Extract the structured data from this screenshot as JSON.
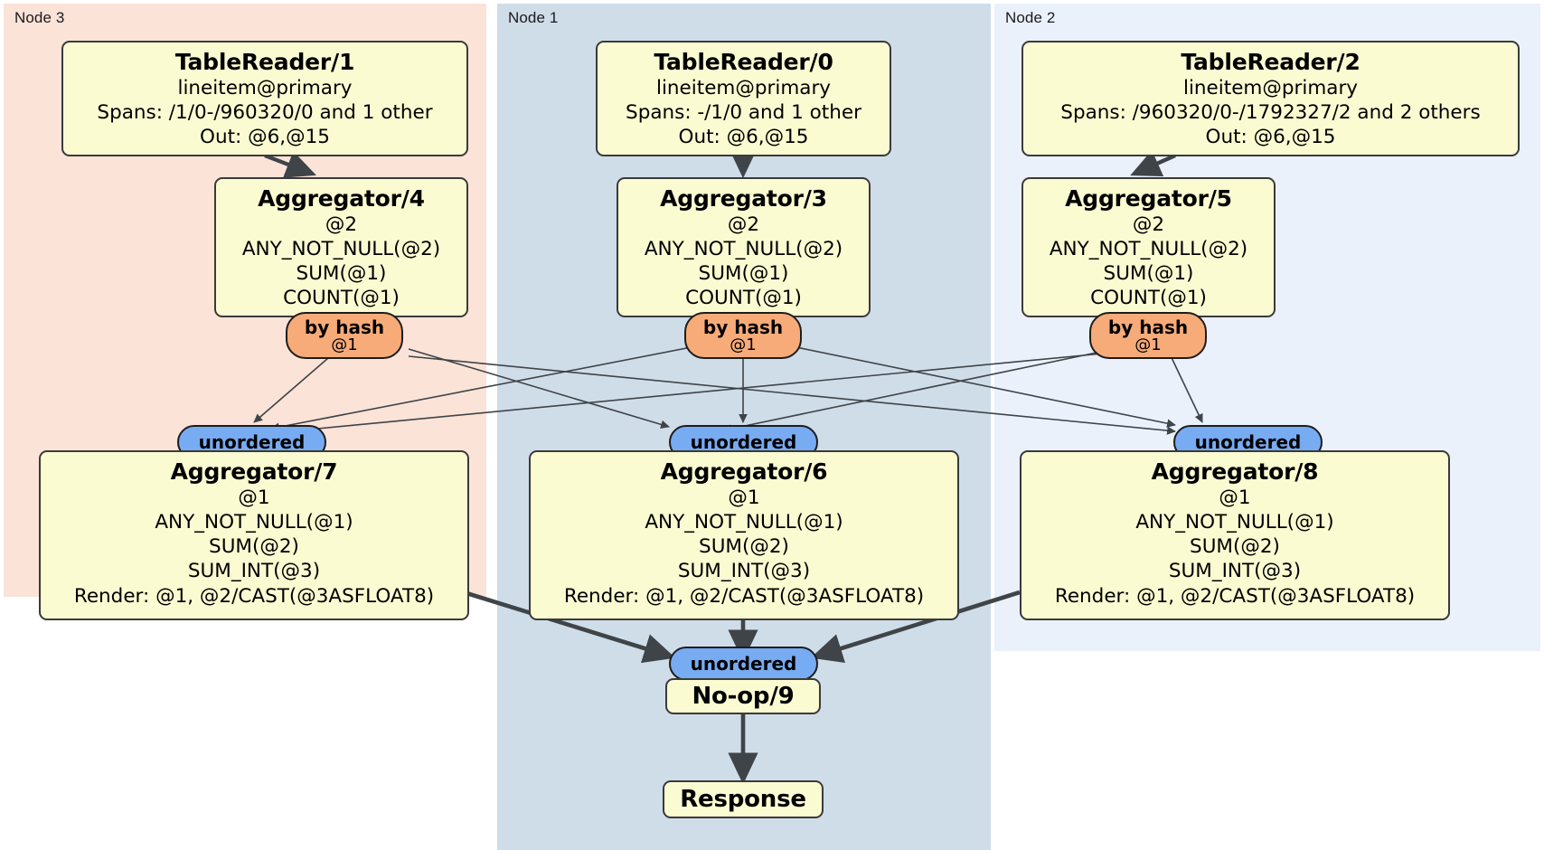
{
  "diagram": {
    "type": "distributed-query-plan",
    "colors": {
      "node3_bg": "#fbe3d8",
      "node1_bg": "#cfdde9",
      "node2_bg": "#eaf1fb",
      "processor_box": "#fbfbd2",
      "hash_router": "#f7ab79",
      "unordered_sync": "#77abf2",
      "edge": "#3f4448"
    }
  },
  "clusters": [
    {
      "id": "node3",
      "label": "Node 3"
    },
    {
      "id": "node1",
      "label": "Node 1"
    },
    {
      "id": "node2",
      "label": "Node 2"
    }
  ],
  "processors": {
    "tablereader1": {
      "title": "TableReader/1",
      "lines": [
        "lineitem@primary",
        "Spans: /1/0-/960320/0 and 1 other",
        "Out: @6,@15"
      ]
    },
    "tablereader0": {
      "title": "TableReader/0",
      "lines": [
        "lineitem@primary",
        "Spans: -/1/0 and 1 other",
        "Out: @6,@15"
      ]
    },
    "tablereader2": {
      "title": "TableReader/2",
      "lines": [
        "lineitem@primary",
        "Spans: /960320/0-/1792327/2 and 2 others",
        "Out: @6,@15"
      ]
    },
    "aggregator4": {
      "title": "Aggregator/4",
      "lines": [
        "@2",
        "ANY_NOT_NULL(@2)",
        "SUM(@1)",
        "COUNT(@1)"
      ]
    },
    "aggregator3": {
      "title": "Aggregator/3",
      "lines": [
        "@2",
        "ANY_NOT_NULL(@2)",
        "SUM(@1)",
        "COUNT(@1)"
      ]
    },
    "aggregator5": {
      "title": "Aggregator/5",
      "lines": [
        "@2",
        "ANY_NOT_NULL(@2)",
        "SUM(@1)",
        "COUNT(@1)"
      ]
    },
    "aggregator7": {
      "title": "Aggregator/7",
      "lines": [
        "@1",
        "ANY_NOT_NULL(@1)",
        "SUM(@2)",
        "SUM_INT(@3)",
        "Render: @1, @2/CAST(@3ASFLOAT8)"
      ]
    },
    "aggregator6": {
      "title": "Aggregator/6",
      "lines": [
        "@1",
        "ANY_NOT_NULL(@1)",
        "SUM(@2)",
        "SUM_INT(@3)",
        "Render: @1, @2/CAST(@3ASFLOAT8)"
      ]
    },
    "aggregator8": {
      "title": "Aggregator/8",
      "lines": [
        "@1",
        "ANY_NOT_NULL(@1)",
        "SUM(@2)",
        "SUM_INT(@3)",
        "Render: @1, @2/CAST(@3ASFLOAT8)"
      ]
    },
    "noop9": {
      "title": "No-op/9"
    },
    "response": {
      "title": "Response"
    }
  },
  "routers": {
    "hash_left": {
      "kind": "by hash",
      "column": "@1"
    },
    "hash_center": {
      "kind": "by hash",
      "column": "@1"
    },
    "hash_right": {
      "kind": "by hash",
      "column": "@1"
    },
    "sync_left": {
      "kind": "unordered"
    },
    "sync_center": {
      "kind": "unordered"
    },
    "sync_right": {
      "kind": "unordered"
    },
    "sync_final": {
      "kind": "unordered"
    }
  }
}
